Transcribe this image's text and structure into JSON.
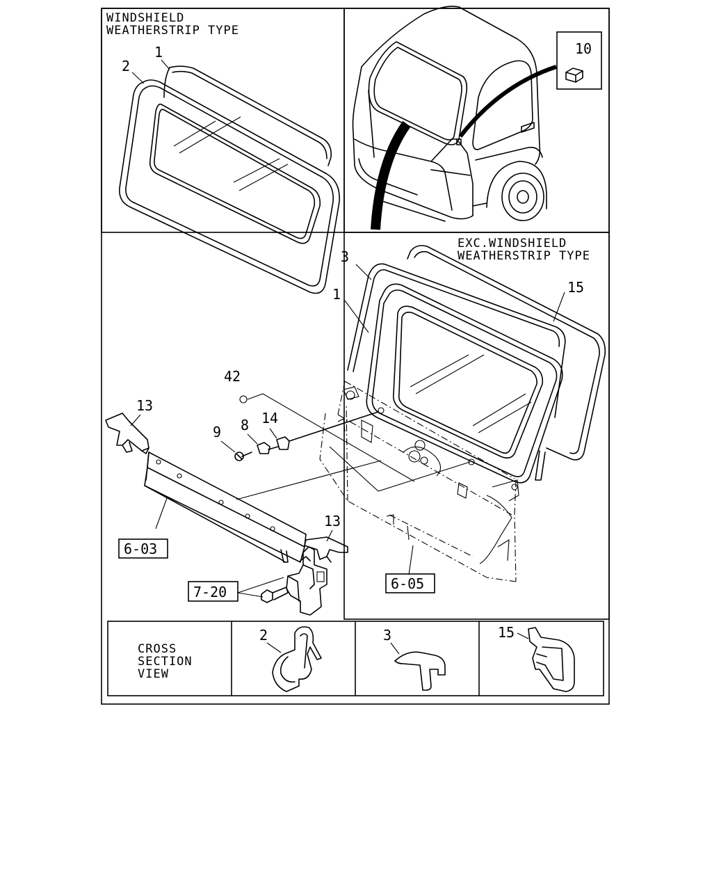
{
  "panels": {
    "windshield_weatherstrip_type": [
      "WINDSHIELD",
      "WEATHERSTRIP TYPE"
    ],
    "exc_windshield_weatherstrip_type": [
      "EXC.WINDSHIELD",
      "WEATHERSTRIP TYPE"
    ]
  },
  "callouts": {
    "p1_top": "1",
    "p2_top": "2",
    "p10": "10",
    "p3": "3",
    "p1_mid": "1",
    "p15": "15",
    "p42": "42",
    "p13_left": "13",
    "p9": "9",
    "p8": "8",
    "p14": "14",
    "p13_right": "13",
    "ref_6_03": "6-03",
    "ref_6_05": "6-05",
    "ref_7_20": "7-20"
  },
  "cross_section": {
    "caption": [
      "CROSS",
      "SECTION",
      "VIEW"
    ],
    "items": [
      "2",
      "3",
      "15"
    ]
  }
}
